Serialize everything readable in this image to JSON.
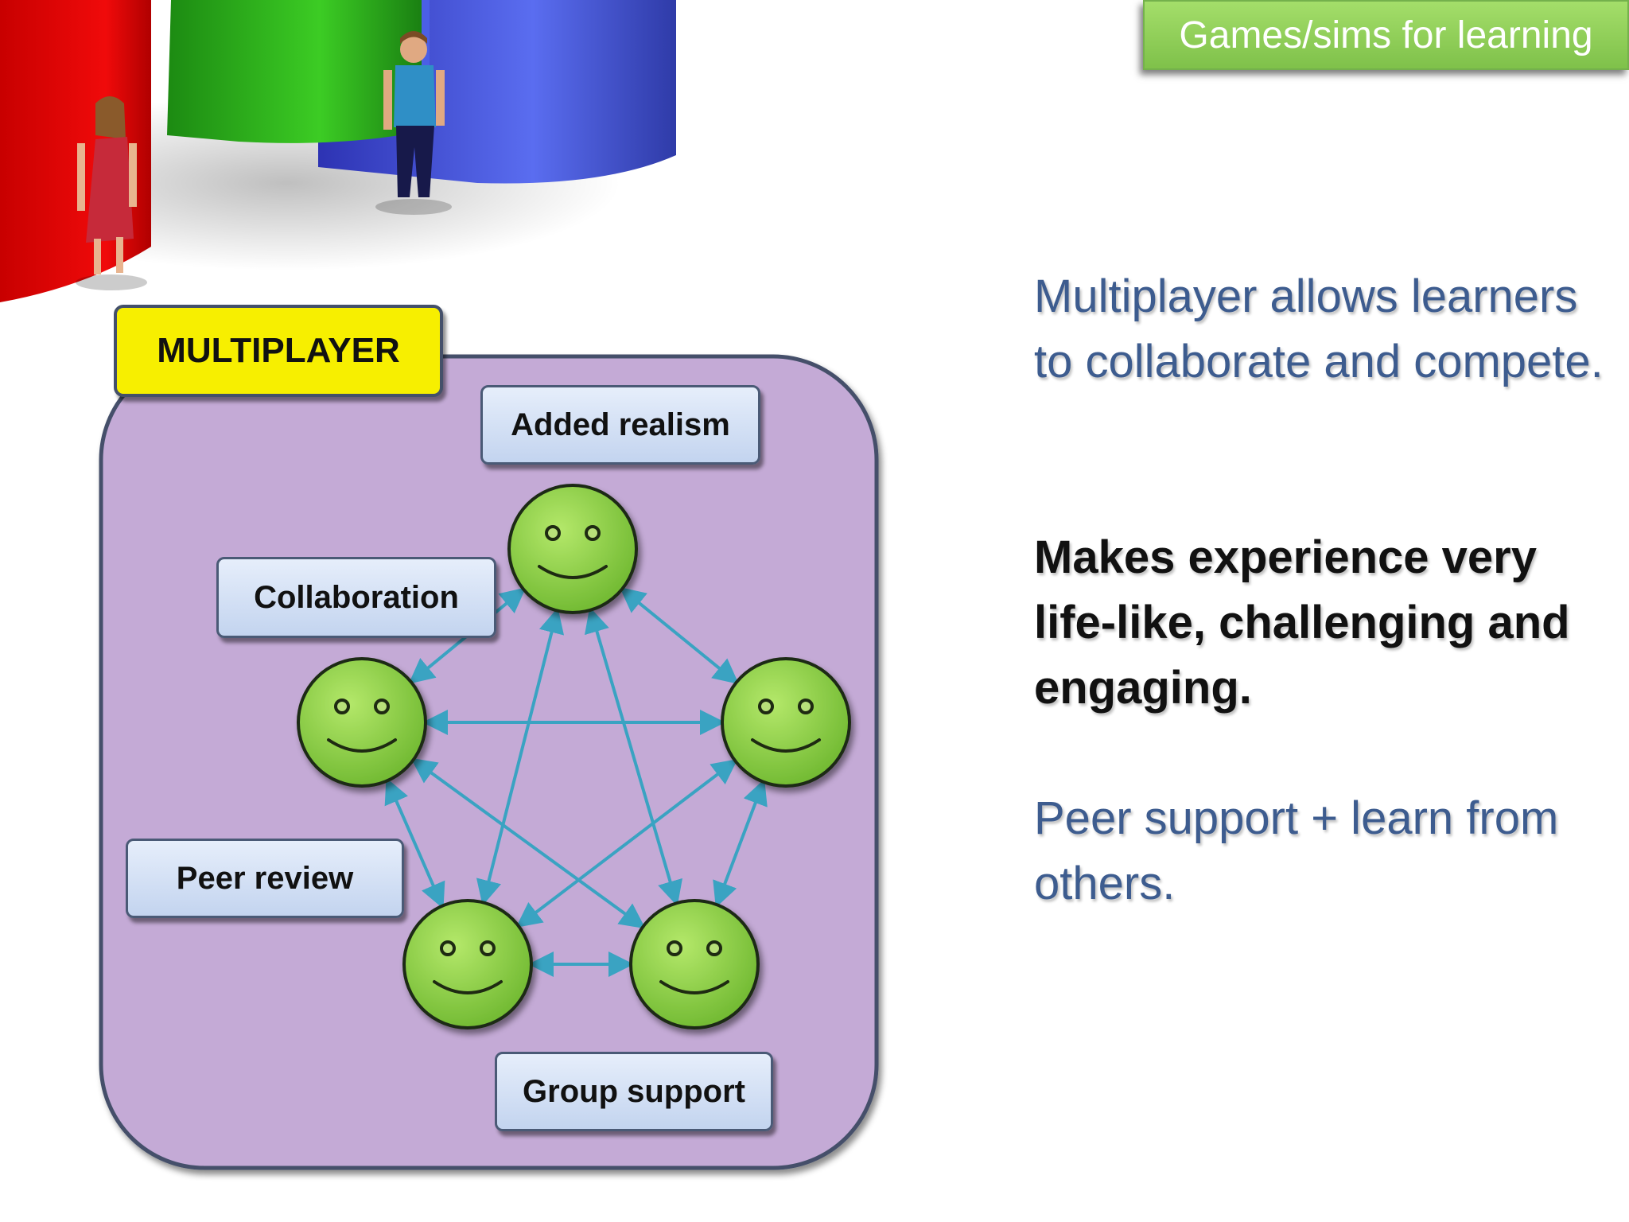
{
  "banner": {
    "label": "Games/sims for learning"
  },
  "diagram": {
    "title": "MULTIPLAYER",
    "labels": {
      "added_realism": "Added realism",
      "collaboration": "Collaboration",
      "peer_review": "Peer review",
      "group_support": "Group support"
    },
    "node_count": 5,
    "colors": {
      "panel": "#c4aad6",
      "node": "#8fcf4c",
      "arrow": "#3aa3c2",
      "title_fill": "#f7ef00"
    }
  },
  "text": {
    "para1": "Multiplayer allows learners to collaborate and compete.",
    "para2": "Makes experience very life-like, challenging and engaging.",
    "para3": "Peer support + learn from others."
  },
  "decor": {
    "blocks": [
      "red",
      "green",
      "blue"
    ],
    "figures": [
      "woman-figure",
      "man-figure"
    ]
  }
}
